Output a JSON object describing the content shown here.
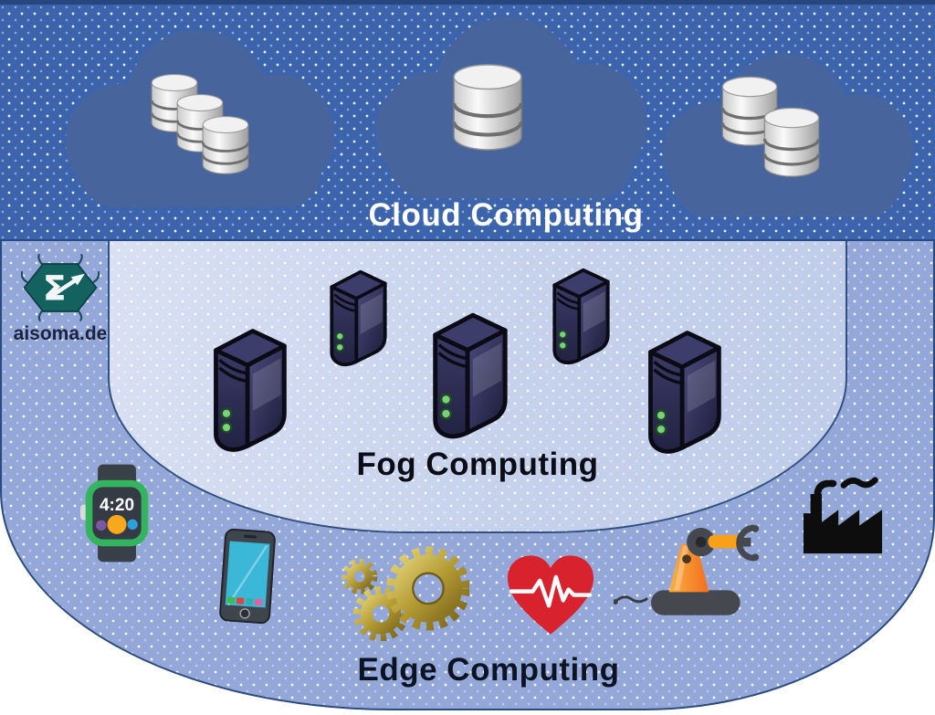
{
  "layers": {
    "cloud": {
      "label": "Cloud Computing",
      "background_color": "#3c64ad",
      "cloud_color": "#47659c",
      "icons": [
        "database-stack-3",
        "database-single",
        "database-stack-2"
      ]
    },
    "fog": {
      "label": "Fog Computing",
      "background_color": "#c9d4ec",
      "icons": [
        "server-tower-large",
        "server-tower-small",
        "server-tower-large",
        "server-tower-small",
        "server-tower-large"
      ],
      "server_led_color": "#7ccf7f"
    },
    "edge": {
      "label": "Edge Computing",
      "background_color": "#93a8d8",
      "icons": [
        "smartwatch",
        "smartphone",
        "gears",
        "heart-pulse",
        "robot-arm",
        "factory"
      ],
      "smartwatch_time": "4:20"
    }
  },
  "branding": {
    "logo_text": "aisoma.de",
    "logo_icon": "aisoma-hexagon-bug",
    "logo_color": "#13625f"
  },
  "colors": {
    "region_border": "#2b4a7d",
    "heart_red": "#d8232e",
    "gear_gold": "#b59b33",
    "robot_orange": "#f7941e",
    "watch_green": "#35b45f",
    "phone_screen": "#3bb7d8",
    "factory_black": "#0d0d0d",
    "label_dark": "#0c0c16",
    "label_light": "#ffffff"
  }
}
